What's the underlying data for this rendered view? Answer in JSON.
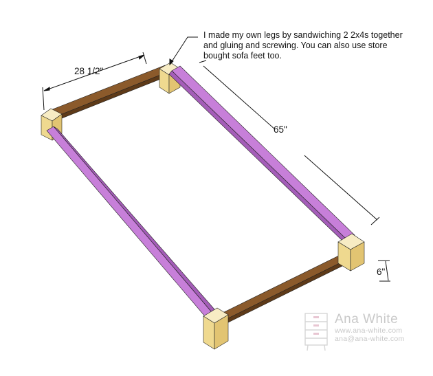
{
  "annotation": {
    "lines": [
      "I made my own legs by sandwiching 2 2x4s together",
      "and gluing and screwing.  You can also use store",
      "bought sofa feet too."
    ]
  },
  "dimensions": {
    "width_label": "28 1/2\"",
    "length_label": "65\"",
    "height_label": "6\""
  },
  "watermark": {
    "name": "Ana White",
    "url": "www.ana-white.com",
    "email": "ana@ana-white.com"
  },
  "colors": {
    "side_rail": "#c77fd9",
    "side_rail_dark": "#a45db8",
    "end_rail": "#8b5a2b",
    "end_rail_dark": "#5e3a18",
    "leg_top": "#f7ecc4",
    "leg_front": "#efd98f",
    "leg_side": "#e2c472"
  }
}
